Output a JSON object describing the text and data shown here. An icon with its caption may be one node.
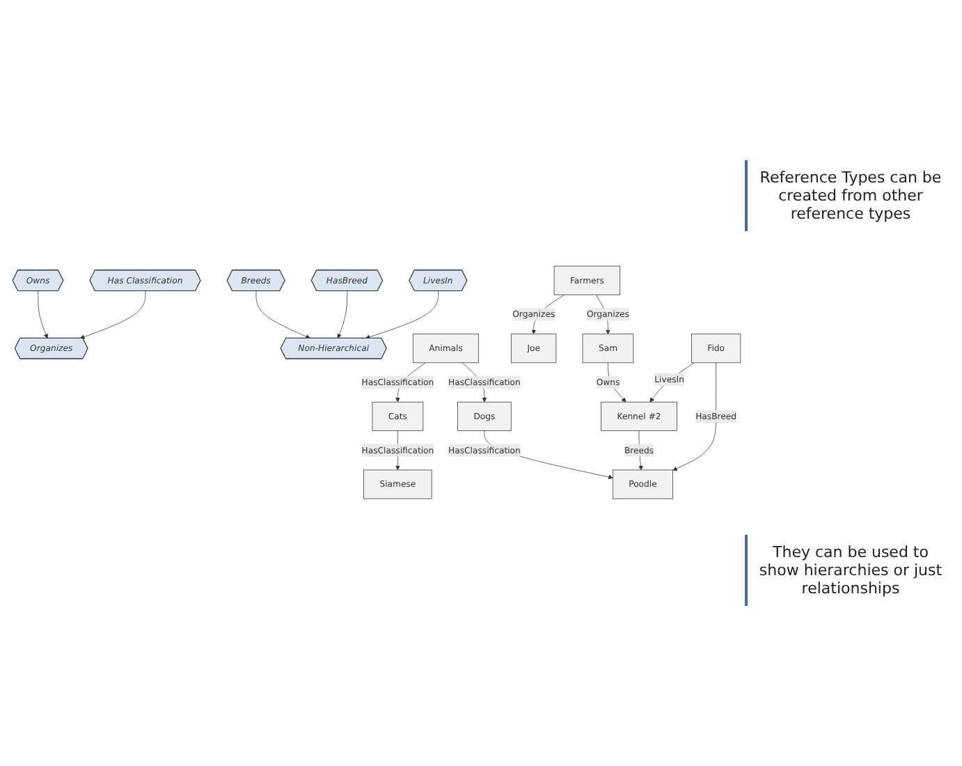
{
  "diagram": {
    "nodes": [
      {
        "text": [
          "Organizes"
        ]
      },
      {
        "text": [
          "Owns"
        ]
      },
      {
        "text": [
          "Has Classification"
        ]
      },
      {
        "text": [
          "Non-Hierarchical"
        ]
      },
      {
        "text": [
          "Breeds"
        ]
      },
      {
        "text": [
          "HasBreed"
        ]
      },
      {
        "text": [
          "LivesIn"
        ]
      },
      {
        "text": [
          "Farmers"
        ]
      },
      {
        "text": [
          "Animals"
        ]
      },
      {
        "text": [
          "Joe"
        ]
      },
      {
        "text": [
          "Sam"
        ]
      },
      {
        "text": [
          "Dogs"
        ]
      },
      {
        "text": [
          "Cats"
        ]
      },
      {
        "text": [
          "Kennel #2"
        ]
      },
      {
        "text": [
          "Poodle"
        ]
      },
      {
        "text": [
          "Siamese"
        ]
      },
      {
        "text": [
          "Fido"
        ]
      }
    ],
    "edges": [
      {
        "from": 1,
        "to": 0,
        "arrow": "to"
      },
      {
        "from": 2,
        "to": 0,
        "arrow": "to"
      },
      {
        "from": 4,
        "to": 3,
        "arrow": "to"
      },
      {
        "from": 5,
        "to": 3,
        "arrow": "to"
      },
      {
        "from": 6,
        "to": 3,
        "arrow": "to"
      },
      {
        "from": 7,
        "to": 9,
        "label": "Organizes",
        "arrow": "to"
      },
      {
        "from": 7,
        "to": 10,
        "label": "Organizes",
        "arrow": "to"
      },
      {
        "from": 8,
        "to": 11,
        "label": "HasClassification",
        "arrow": "to"
      },
      {
        "from": 8,
        "to": 12,
        "label": "HasClassification",
        "arrow": "to"
      },
      {
        "from": 10,
        "to": 13,
        "label": "Owns",
        "arrow": "to"
      },
      {
        "from": 11,
        "to": 14,
        "label": "HasClassification",
        "arrow": "to"
      },
      {
        "from": 12,
        "to": 15,
        "label": "HasClassification",
        "arrow": "to"
      },
      {
        "from": 13,
        "to": 14,
        "label": "Breeds",
        "arrow": "to"
      },
      {
        "from": 16,
        "to": 13,
        "label": "LivesIn",
        "arrow": "to"
      },
      {
        "from": 16,
        "to": 14,
        "label": "HasBreed",
        "arrow": "to"
      }
    ],
    "labels": [
      "Reference Types can be created from other reference types",
      "They can be used to show hierarchies or just relationships"
    ]
  }
}
